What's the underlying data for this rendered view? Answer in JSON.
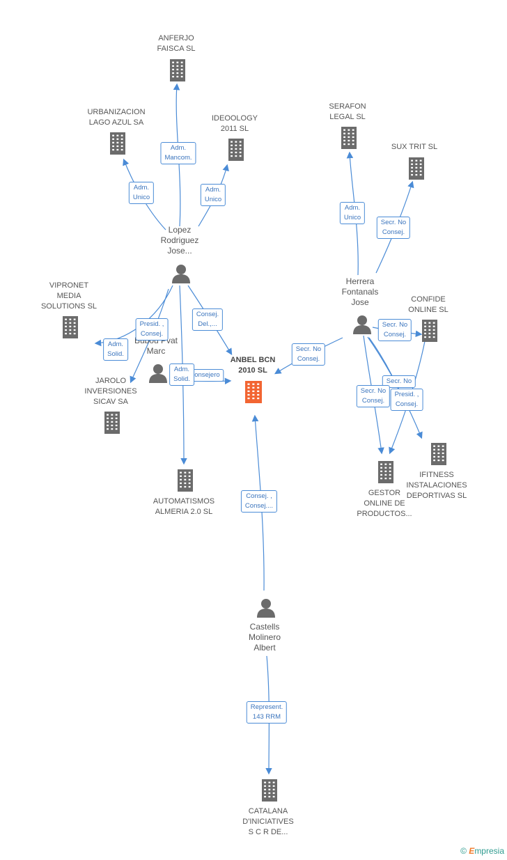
{
  "colors": {
    "edge": "#4a8bd6",
    "icon": "#6b6b6b",
    "focus": "#f26532",
    "badge_border": "#4a8bd6"
  },
  "nodes": {
    "anferjo": {
      "label": "ANFERJO\nFAISCA SL",
      "icon": "building-icon"
    },
    "urbanizacion": {
      "label": "URBANIZACION\nLAGO AZUL SA",
      "icon": "building-icon"
    },
    "ideoology": {
      "label": "IDEOOLOGY\n2011  SL",
      "icon": "building-icon"
    },
    "serafon": {
      "label": "SERAFON\nLEGAL SL",
      "icon": "building-icon"
    },
    "suxtrit": {
      "label": "SUX TRIT SL",
      "icon": "building-icon"
    },
    "lopez": {
      "label": "Lopez\nRodriguez\nJose...",
      "icon": "person-icon"
    },
    "herrera": {
      "label": "Herrera\nFontanals\nJose",
      "icon": "person-icon"
    },
    "vipronet": {
      "label": "VIPRONET\nMEDIA\nSOLUTIONS SL",
      "icon": "building-icon"
    },
    "confide": {
      "label": "CONFIDE\nONLINE SL",
      "icon": "building-icon"
    },
    "bubou": {
      "label": "Bubou Pvat\nMarc",
      "icon": "person-icon"
    },
    "anbel": {
      "label": "ANBEL BCN\n2010 SL",
      "icon": "building-icon"
    },
    "jarolo": {
      "label": "JAROLO\nINVERSIONES\nSICAV SA",
      "icon": "building-icon"
    },
    "automatismos": {
      "label": "AUTOMATISMOS\nALMERIA 2.0  SL",
      "icon": "building-icon"
    },
    "gestor": {
      "label": "GESTOR\nONLINE DE\nPRODUCTOS...",
      "icon": "building-icon"
    },
    "ifitness": {
      "label": "IFITNESS\nINSTALACIONES\nDEPORTIVAS SL",
      "icon": "building-icon"
    },
    "castells": {
      "label": "Castells\nMolinero\nAlbert",
      "icon": "person-icon"
    },
    "catalana": {
      "label": "CATALANA\nD'INICIATIVES\nS C R DE...",
      "icon": "building-icon"
    }
  },
  "badges": {
    "adm_mancom": "Adm.\nMancom.",
    "adm_unico_urb": "Adm.\nUnico",
    "adm_unico_ideo": "Adm.\nUnico",
    "adm_unico_serafon": "Adm.\nUnico",
    "secr_suxtrit": "Secr.  No\nConsej.",
    "consej_del": "Consej.\nDel.,...",
    "presid_consej_vip": "Presid. ,\nConsej.",
    "adm_solid_jarolo": "Adm.\nSolid.",
    "adm_solid_auto": "Adm.\nSolid.",
    "consejero": "Consejero",
    "secr_anbel": "Secr.  No\nConsej.",
    "secr_confide": "Secr.  No\nConsej.",
    "secr_gestor_a": "Secr.  No\nConsej.",
    "secr_gestor_b": "Secr.  No",
    "presid_consej_gestor": "Presid. ,\nConsej.",
    "consej_castells": "Consej. ,\nConsej....",
    "represent": "Represent.\n143 RRM"
  },
  "footer": {
    "copyright": "©",
    "brand_first": "E",
    "brand_rest": "mpresia"
  }
}
